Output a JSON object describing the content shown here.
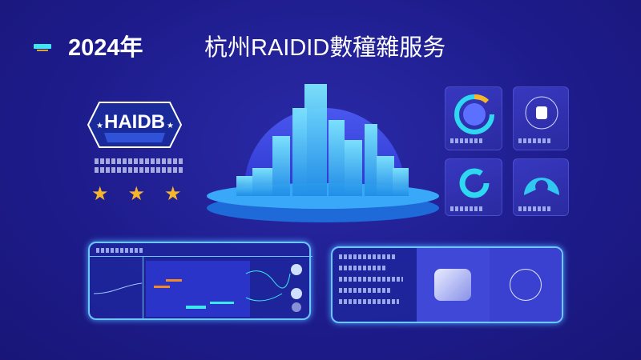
{
  "header": {
    "year": "2024年",
    "title": "杭州RAIDID數穜雜服务"
  },
  "logo": {
    "text": "HAIDB"
  },
  "rating": {
    "stars": 3,
    "max": 3
  },
  "colors": {
    "background": "#1d1b8a",
    "accent": "#3ee8f0",
    "highlight": "#f28a2a",
    "star": "#f7b52c"
  },
  "icons": [
    "title-bar-icon",
    "logo-badge-icon",
    "star-icon",
    "city-skyline-icon",
    "donut-chart-icon",
    "robot-icon",
    "radar-chart-icon",
    "app-icon",
    "globe-icon"
  ]
}
